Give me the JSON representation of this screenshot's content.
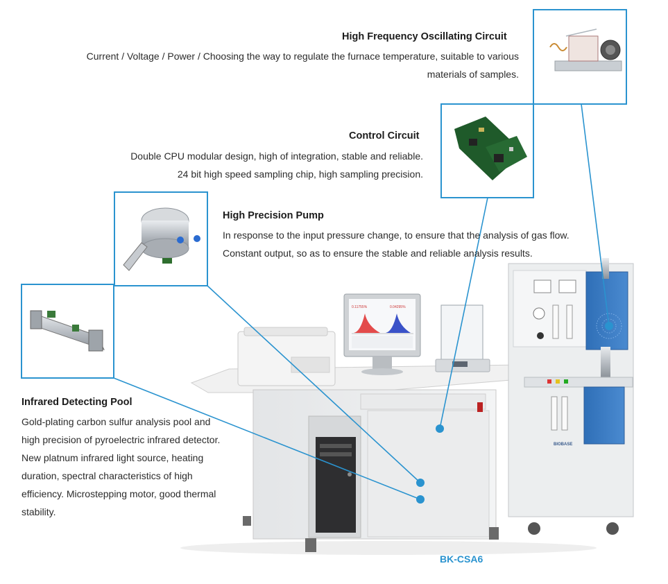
{
  "colors": {
    "accent": "#2a93cf",
    "text": "#2b2b2b"
  },
  "callouts": {
    "oscillating": {
      "title": "High Frequency Oscillating Circuit",
      "lines": [
        "Current / Voltage / Power / Choosing the way to regulate the furnace temperature, suitable to various",
        "materials of samples."
      ]
    },
    "control": {
      "title": "Control Circuit",
      "lines": [
        "Double CPU modular design, high of integration, stable and reliable.",
        "24 bit high speed sampling chip, high sampling precision."
      ]
    },
    "pump": {
      "title": "High Precision Pump",
      "lines": [
        "In response to the input pressure change, to ensure that the analysis of gas flow.",
        "Constant output, so as to ensure the stable and reliable analysis results."
      ]
    },
    "infrared": {
      "title": "Infrared Detecting Pool",
      "lines": [
        "Gold-plating carbon sulfur analysis pool and",
        "high precision of pyroelectric infrared detector.",
        "New platnum infrared light source, heating",
        "duration, spectral characteristics of high",
        "efficiency. Microstepping motor, good thermal",
        "stability."
      ]
    }
  },
  "device": {
    "model": "BK-CSA6",
    "brand": "BIOBASE",
    "screen_readouts": [
      "0.11755%",
      "0.04295%"
    ]
  }
}
